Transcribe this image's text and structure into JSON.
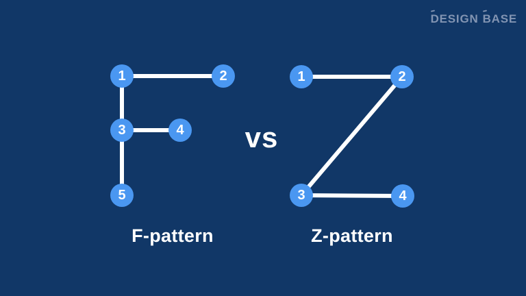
{
  "logo": {
    "word1": "DESIGN",
    "word2": "BASE"
  },
  "vs_label": "vs",
  "f_pattern": {
    "label": "F-pattern",
    "nodes": [
      "1",
      "2",
      "3",
      "4",
      "5"
    ]
  },
  "z_pattern": {
    "label": "Z-pattern",
    "nodes": [
      "1",
      "2",
      "3",
      "4"
    ]
  },
  "colors": {
    "background": "#113767",
    "node_blue": "#4A97F1",
    "line_white": "#FFFFFF",
    "label_white": "#FFFFFF",
    "logo_gray": "#8294B2"
  }
}
